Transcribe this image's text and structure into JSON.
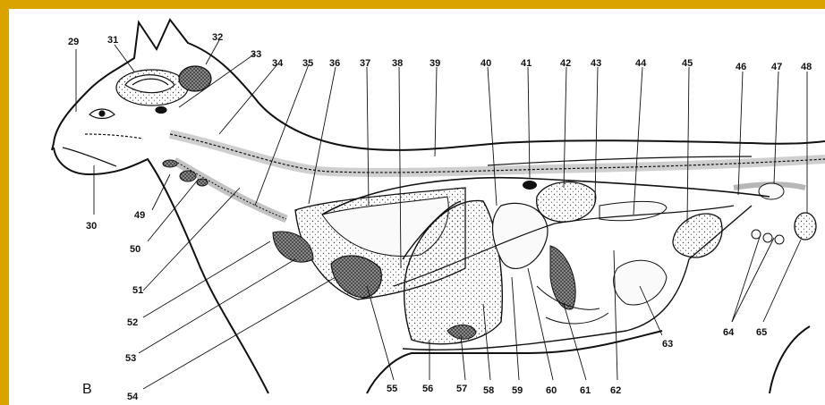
{
  "panel_label": "B",
  "labels": [
    "29",
    "30",
    "31",
    "32",
    "33",
    "34",
    "35",
    "36",
    "37",
    "38",
    "39",
    "40",
    "41",
    "42",
    "43",
    "44",
    "45",
    "46",
    "47",
    "48",
    "49",
    "50",
    "51",
    "52",
    "53",
    "54",
    "55",
    "56",
    "57",
    "58",
    "59",
    "60",
    "61",
    "62",
    "63",
    "64",
    "65"
  ],
  "colors": {
    "frame": "#d9a400",
    "ink": "#111111",
    "background": "#ffffff"
  }
}
